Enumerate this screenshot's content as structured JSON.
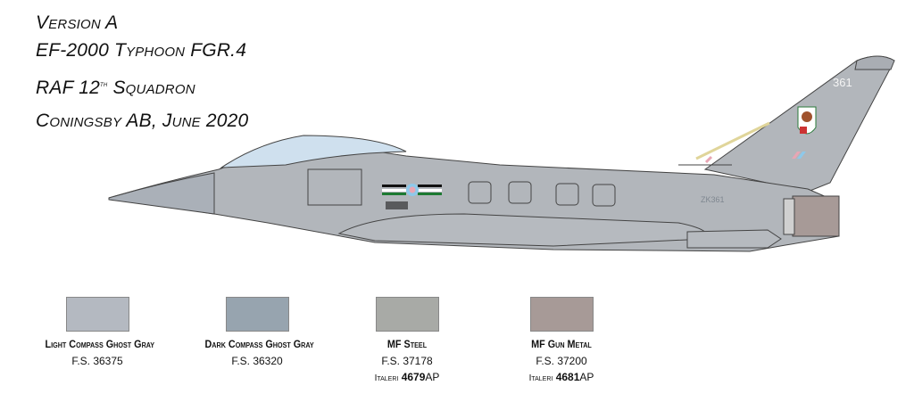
{
  "header": {
    "version": "Version A",
    "aircraft": "EF-2000 Typhoon FGR.4",
    "unit_prefix": "RAF 12",
    "unit_sup": "th",
    "unit_suffix": " Squadron",
    "base_date": "Coningsby AB, June 2020"
  },
  "markings": {
    "tail_code": "361",
    "serial": "ZK361"
  },
  "colors": [
    {
      "name": "Light Compass Ghost Gray",
      "fs": "F.S. 36375",
      "hex": "#b4b9c1",
      "brand": "",
      "code": ""
    },
    {
      "name": "Dark Compass Ghost Gray",
      "fs": "F.S. 36320",
      "hex": "#97a4af",
      "brand": "",
      "code": ""
    },
    {
      "name": "MF Steel",
      "fs": "F.S. 37178",
      "hex": "#a8aaa6",
      "brand": "Italeri",
      "code": "4679",
      "suffix": "AP"
    },
    {
      "name": "MF Gun Metal",
      "fs": "F.S. 37200",
      "hex": "#a79a97",
      "brand": "Italeri",
      "code": "4681",
      "suffix": "AP"
    }
  ]
}
